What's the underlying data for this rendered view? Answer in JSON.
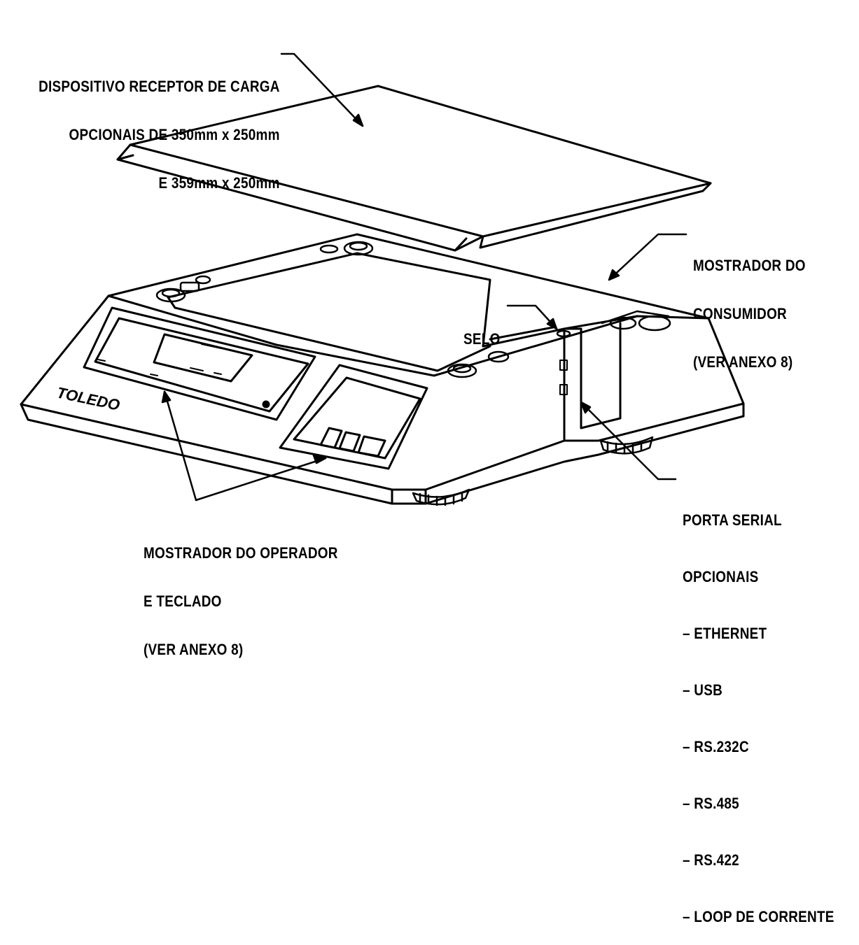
{
  "labels": {
    "receptor": [
      "DISPOSITIVO RECEPTOR DE CARGA",
      "OPCIONAIS DE 350mm x 250mm",
      "E 359mm x 250mm"
    ],
    "consumidor": [
      "MOSTRADOR DO",
      "CONSUMIDOR",
      "(VER ANEXO 8)"
    ],
    "selo": "SELO",
    "operador": [
      "MOSTRADOR DO OPERADOR",
      "E TECLADO",
      "(VER ANEXO 8)"
    ],
    "porta": [
      "PORTA SERIAL",
      "OPCIONAIS",
      "– ETHERNET",
      "– USB",
      "– RS.232C",
      "– RS.485",
      "– RS.422",
      "– LOOP DE CORRENTE"
    ]
  },
  "brand": "TOLEDO"
}
